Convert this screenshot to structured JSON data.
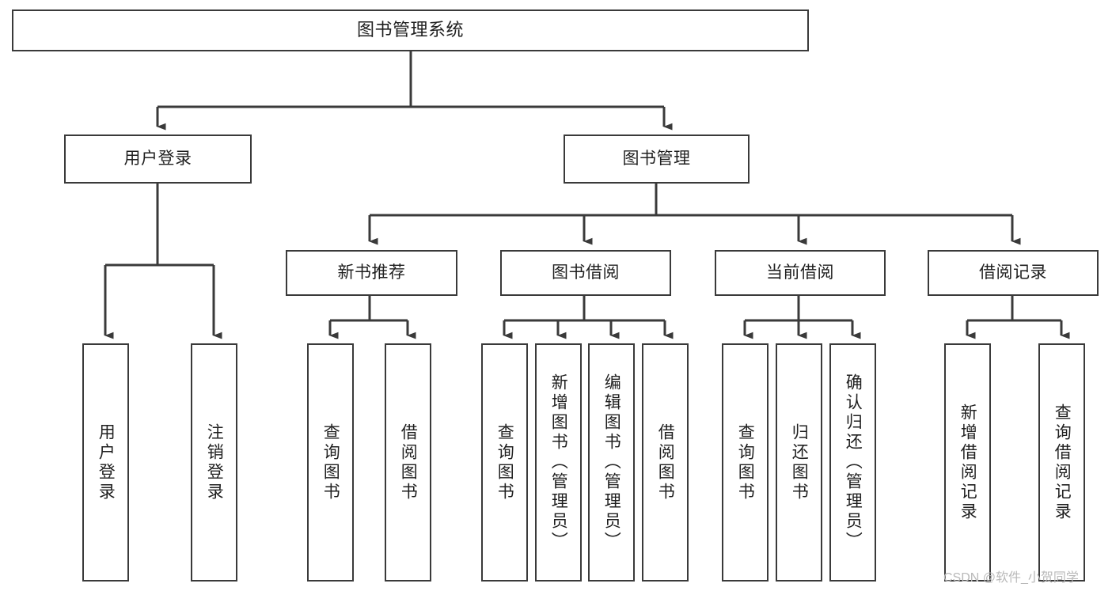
{
  "diagram": {
    "title": "图书管理系统",
    "type": "tree-structure-chart",
    "watermark": "CSDN @软件_小贺同学",
    "colors": {
      "box_border": "#3a3a3a",
      "box_fill": "#ffffff",
      "connector": "#3a3a3a",
      "text": "#1f1f1f",
      "watermark": "#b9b9b9",
      "background": "#ffffff"
    },
    "nodes": {
      "root": {
        "label": "图书管理系统"
      },
      "level1": [
        {
          "id": "user-login",
          "label": "用户登录"
        },
        {
          "id": "book-manage",
          "label": "图书管理"
        }
      ],
      "level2": [
        {
          "id": "new-book-recommend",
          "label": "新书推荐"
        },
        {
          "id": "book-borrow",
          "label": "图书借阅"
        },
        {
          "id": "current-borrow",
          "label": "当前借阅"
        },
        {
          "id": "borrow-record",
          "label": "借阅记录"
        }
      ],
      "leaves": {
        "user-login": [
          {
            "id": "leaf-user-login",
            "label": "用户登录"
          },
          {
            "id": "leaf-logout",
            "label": "注销登录"
          }
        ],
        "new-book-recommend": [
          {
            "id": "leaf-query-book-1",
            "label": "查询图书"
          },
          {
            "id": "leaf-borrow-book-1",
            "label": "借阅图书"
          }
        ],
        "book-borrow": [
          {
            "id": "leaf-query-book-2",
            "label": "查询图书"
          },
          {
            "id": "leaf-add-book",
            "label": "新增图书（管理员）"
          },
          {
            "id": "leaf-edit-book",
            "label": "编辑图书（管理员）"
          },
          {
            "id": "leaf-borrow-book-2",
            "label": "借阅图书"
          }
        ],
        "current-borrow": [
          {
            "id": "leaf-query-book-3",
            "label": "查询图书"
          },
          {
            "id": "leaf-return-book",
            "label": "归还图书"
          },
          {
            "id": "leaf-confirm-return",
            "label": "确认归还（管理员）"
          }
        ],
        "borrow-record": [
          {
            "id": "leaf-add-record",
            "label": "新增借阅记录"
          },
          {
            "id": "leaf-query-record",
            "label": "查询借阅记录"
          }
        ]
      }
    }
  }
}
